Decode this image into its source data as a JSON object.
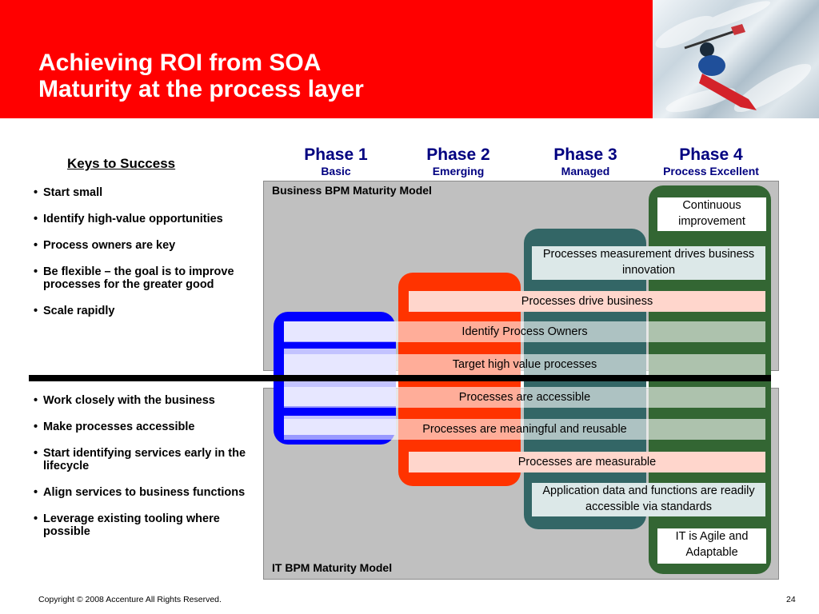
{
  "header": {
    "title_line1": "Achieving ROI from SOA",
    "title_line2": "Maturity at the process layer",
    "color": "#ff0000"
  },
  "keys": {
    "title": "Keys to Success",
    "business_items": [
      "Start small",
      "Identify high-value opportunities",
      "Process owners are key",
      "Be flexible – the goal is to improve processes for the greater good",
      "Scale rapidly"
    ],
    "it_items": [
      "Work closely with the business",
      "Make processes accessible",
      "Start identifying services early in the lifecycle",
      "Align services to business functions",
      "Leverage existing tooling where possible"
    ]
  },
  "phases": [
    {
      "name": "Phase 1",
      "sub": "Basic",
      "color": "#0000ff"
    },
    {
      "name": "Phase 2",
      "sub": "Emerging",
      "color": "#ff3300"
    },
    {
      "name": "Phase 3",
      "sub": "Managed",
      "color": "#336666"
    },
    {
      "name": "Phase 4",
      "sub": "Process Excellent",
      "color": "#336633"
    }
  ],
  "models": {
    "business": "Business BPM Maturity Model",
    "it": "IT BPM Maturity Model"
  },
  "bars": {
    "continuous": "Continuous improvement",
    "measurement": "Processes measurement drives business innovation",
    "drive": "Processes drive business",
    "owners": "Identify Process Owners",
    "target": "Target high value processes",
    "accessible": "Processes are accessible",
    "meaningful": "Processes are meaningful and reusable",
    "measurable": "Processes are measurable",
    "appdata": "Application data and functions are readily accessible via standards",
    "agile": "IT is Agile and Adaptable"
  },
  "footer": {
    "copyright": "Copyright © 2008 Accenture All Rights Reserved.",
    "page": "24"
  }
}
